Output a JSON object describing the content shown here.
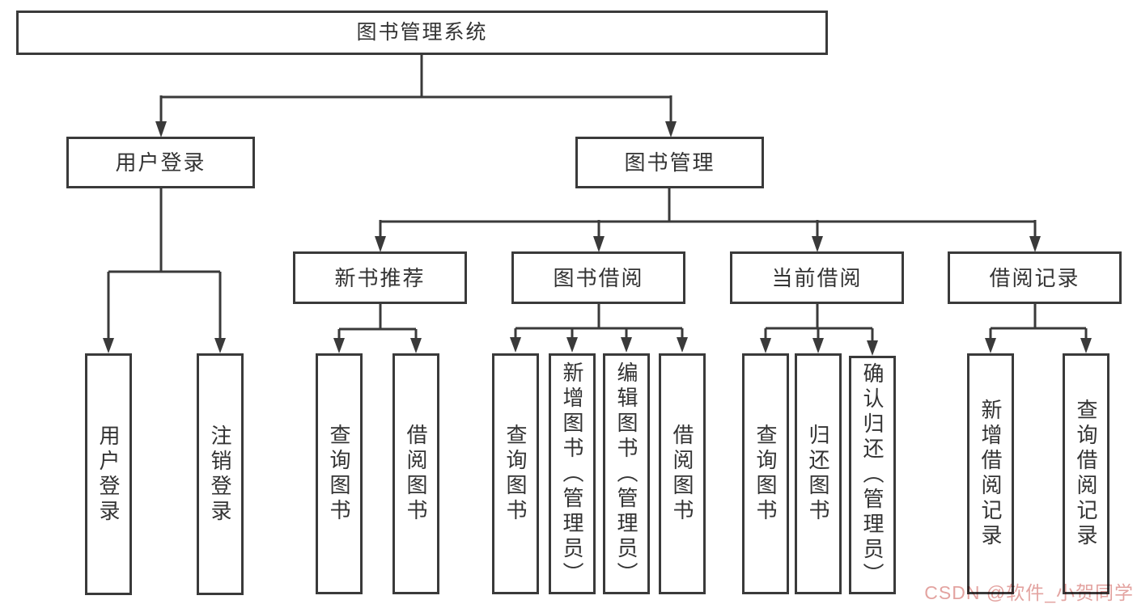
{
  "diagram": {
    "background": "#ffffff",
    "line_color": "#3a3a3a",
    "box_border_color": "#3a3a3a",
    "text_color": "#333333",
    "watermark_color": "#e3a3a0",
    "watermark": "CSDN @软件_小贺同学",
    "nodes": {
      "root": {
        "label": "图书管理系统"
      },
      "login": {
        "label": "用户登录",
        "children": {
          "user_login": {
            "label": "用户登录"
          },
          "logout": {
            "label": "注销登录"
          }
        }
      },
      "manage": {
        "label": "图书管理",
        "children": {
          "new_books": {
            "label": "新书推荐",
            "children": {
              "query_books": {
                "label": "查询图书"
              },
              "borrow_books": {
                "label": "借阅图书"
              }
            }
          },
          "book_borrow": {
            "label": "图书借阅",
            "children": {
              "query_books": {
                "label": "查询图书"
              },
              "add_books": {
                "label": "新增图书（管理员）"
              },
              "edit_books": {
                "label": "编辑图书（管理员）"
              },
              "borrow_books": {
                "label": "借阅图书"
              }
            }
          },
          "current_borrow": {
            "label": "当前借阅",
            "children": {
              "query_books": {
                "label": "查询图书"
              },
              "return_books": {
                "label": "归还图书"
              },
              "confirm_return": {
                "label": "确认归还（管理员）"
              }
            }
          },
          "borrow_records": {
            "label": "借阅记录",
            "children": {
              "add_record": {
                "label": "新增借阅记录"
              },
              "query_record": {
                "label": "查询借阅记录"
              }
            }
          }
        }
      }
    }
  }
}
